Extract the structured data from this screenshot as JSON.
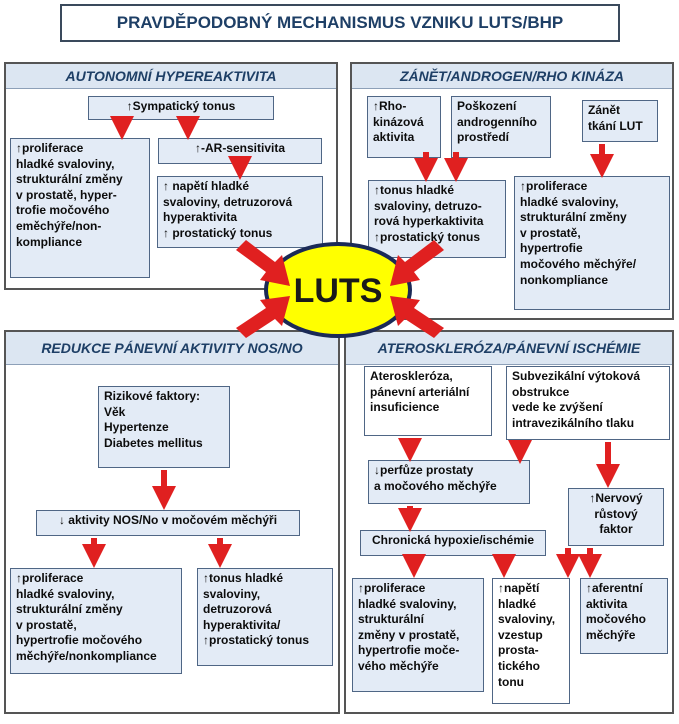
{
  "title": "PRAVDĚPODOBNÝ MECHANISMUS VZNIKU LUTS/BHP",
  "center": "LUTS",
  "colors": {
    "arrow": "#e02020",
    "ellipse": "#ffff00",
    "box": "#e3ebf6",
    "header": "#dce6f2"
  },
  "q1": {
    "header": "AUTONOMNÍ HYPEREAKTIVITA",
    "sympaticky": "↑Sympatický tonus",
    "proliferace": "↑proliferace\nhladké svaloviny,\nstrukturální změny\nv prostatě, hyper-\ntrofie močového\neměchýře/non-\nkompliance",
    "ar": "↑-AR-sensitivita",
    "napeti": "↑ napětí hladké\nsvaloviny, detruzorová\nhyperaktivita\n↑ prostatický tonus"
  },
  "q2": {
    "header": "ZÁNĚT/ANDROGEN/RHO KINÁZA",
    "rho": "↑Rho-\nkinázová\naktivita",
    "poskozeni": "Poškození\nandrogenního\nprostředí",
    "zanet": "Zánět\ntkání LUT",
    "tonus": "↑tonus hladké\nsvaloviny, detruzo-\nrová hyperkaktivita\n↑prostatický tonus",
    "proliferace": "↑proliferace\nhladké svaloviny,\nstrukturální změny\nv prostatě,\nhypertrofie\nmočového měchýře/\nnonkompliance"
  },
  "q3": {
    "header": "REDUKCE PÁNEVNÍ AKTIVITY NOS/NO",
    "rizikove": "Rizikové faktory:\nVěk\nHypertenze\nDiabetes mellitus",
    "nos": "↓ aktivity NOS/No v močovém měchýři",
    "proliferace": "↑proliferace\nhladké svaloviny,\nstrukturální změny\nv prostatě,\nhypertrofie močového\nměchýře/nonkompliance",
    "tonus": "↑tonus hladké\nsvaloviny,\ndetruzorová\nhyperaktivita/\n↑prostatický tonus"
  },
  "q4": {
    "header": "ATEROSKLERÓZA/PÁNEVNÍ ISCHÉMIE",
    "ateroskleroza": "Ateroskleróza,\npánevní arteriální\ninsuficience",
    "subvezikalni": "Subvezikální výtoková\nobstrukce\nvede ke zvýšení\nintravezikálního  tlaku",
    "perfuze": "↓perfůze prostaty\na močového měchýře",
    "nervovy": "↑Nervový\nrůstový\nfaktor",
    "hypoxie": "Chronická hypoxie/ischémie",
    "proliferace": "↑proliferace\nhladké svaloviny,\nstrukturální\nzměny v prostatě,\nhypertrofie moče-\nvého měchýře",
    "napeti": "↑napětí\nhladké\nsvaloviny,\nvzestup\nprosta-\ntického\ntonu",
    "aferentni": "↑aferentní\naktivita\nmočového\nměchýře"
  }
}
